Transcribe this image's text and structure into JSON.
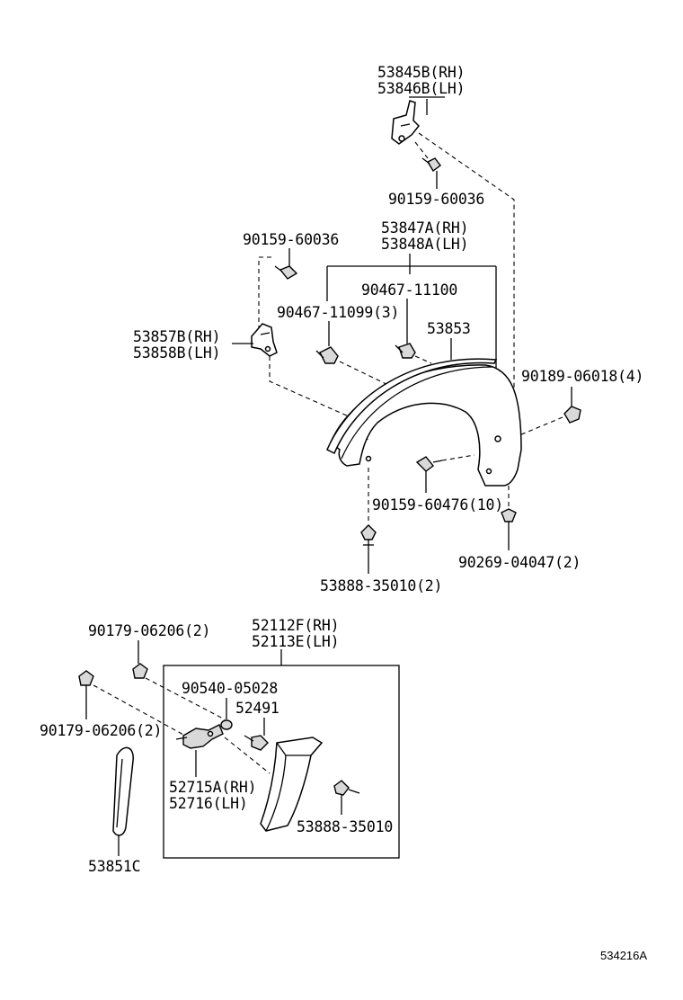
{
  "labels": {
    "p53845B": "53845B(RH)",
    "p53846B": "53846B(LH)",
    "p90159_60036_top": "90159-60036",
    "p53847A": "53847A(RH)",
    "p53848A": "53848A(LH)",
    "p90159_60036_left": "90159-60036",
    "p90467_11100": "90467-11100",
    "p90467_11099": "90467-11099(3)",
    "p53853": "53853",
    "p53857B": "53857B(RH)",
    "p53858B": "53858B(LH)",
    "p90189_06018": "90189-06018(4)",
    "p90159_60476": "90159-60476(10)",
    "p90269_04047": "90269-04047(2)",
    "p53888_35010_2": "53888-35010(2)",
    "p90179_06206_a": "90179-06206(2)",
    "p52112F": "52112F(RH)",
    "p52113E": "52113E(LH)",
    "p90540_05028": "90540-05028",
    "p52491": "52491",
    "p90179_06206_b": "90179-06206(2)",
    "p52715A": "52715A(RH)",
    "p52716": "52716(LH)",
    "p53888_35010": "53888-35010",
    "p53851C": "53851C"
  },
  "reference_code": "534216A",
  "icons": [
    "mounting-bracket-icon",
    "bolt-icon",
    "clip-icon",
    "screw-icon",
    "fender-flare-icon",
    "moulding-icon",
    "mudguard-icon"
  ]
}
